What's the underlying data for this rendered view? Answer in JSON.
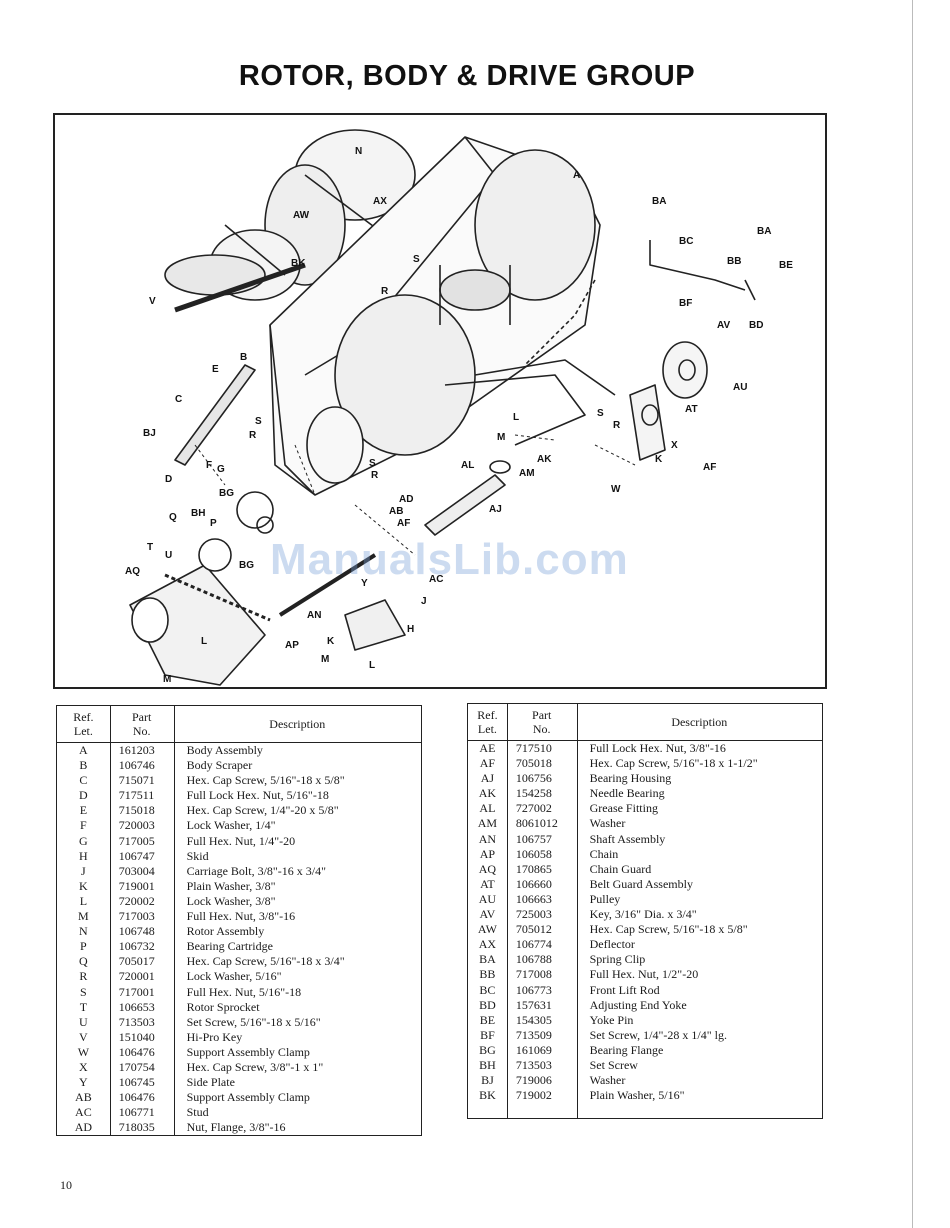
{
  "page": {
    "title": "ROTOR, BODY & DRIVE GROUP",
    "page_number": "10",
    "watermark": "ManualsLib.com"
  },
  "diagram": {
    "callouts": [
      "N",
      "AX",
      "A",
      "BA",
      "BA",
      "BC",
      "BB",
      "BE",
      "AW",
      "BK",
      "S",
      "R",
      "V",
      "BF",
      "AV",
      "BD",
      "B",
      "AU",
      "E",
      "AT",
      "C",
      "S",
      "R",
      "L",
      "BJ",
      "S",
      "M",
      "R",
      "X",
      "AK",
      "K",
      "AF",
      "AM",
      "D",
      "F",
      "G",
      "AL",
      "S",
      "R",
      "W",
      "BG",
      "AD",
      "AB",
      "AJ",
      "AF",
      "Q",
      "BH",
      "P",
      "T",
      "U",
      "AQ",
      "BG",
      "Y",
      "AC",
      "J",
      "AN",
      "H",
      "AP",
      "K",
      "M",
      "L",
      "L",
      "M"
    ]
  },
  "table_headers": {
    "ref": "Ref.\nLet.",
    "part_no": "Part\nNo.",
    "description": "Description"
  },
  "parts_left": [
    {
      "ref": "A",
      "no": "161203",
      "desc": "Body Assembly"
    },
    {
      "ref": "B",
      "no": "106746",
      "desc": "Body Scraper"
    },
    {
      "ref": "C",
      "no": "715071",
      "desc": "Hex. Cap Screw, 5/16\"-18 x 5/8\""
    },
    {
      "ref": "D",
      "no": "717511",
      "desc": "Full Lock Hex. Nut, 5/16\"-18"
    },
    {
      "ref": "E",
      "no": "715018",
      "desc": "Hex. Cap Screw, 1/4\"-20 x 5/8\""
    },
    {
      "ref": "F",
      "no": "720003",
      "desc": "Lock Washer, 1/4\""
    },
    {
      "ref": "G",
      "no": "717005",
      "desc": "Full Hex. Nut, 1/4\"-20"
    },
    {
      "ref": "H",
      "no": "106747",
      "desc": "Skid"
    },
    {
      "ref": "J",
      "no": "703004",
      "desc": "Carriage Bolt, 3/8\"-16 x 3/4\""
    },
    {
      "ref": "K",
      "no": "719001",
      "desc": "Plain Washer, 3/8\""
    },
    {
      "ref": "L",
      "no": "720002",
      "desc": "Lock Washer, 3/8\""
    },
    {
      "ref": "M",
      "no": "717003",
      "desc": "Full Hex. Nut, 3/8\"-16"
    },
    {
      "ref": "N",
      "no": "106748",
      "desc": "Rotor Assembly"
    },
    {
      "ref": "P",
      "no": "106732",
      "desc": "Bearing Cartridge"
    },
    {
      "ref": "Q",
      "no": "705017",
      "desc": "Hex. Cap Screw, 5/16\"-18 x 3/4\""
    },
    {
      "ref": "R",
      "no": "720001",
      "desc": "Lock Washer, 5/16\""
    },
    {
      "ref": "S",
      "no": "717001",
      "desc": "Full Hex. Nut, 5/16\"-18"
    },
    {
      "ref": "T",
      "no": "106653",
      "desc": "Rotor Sprocket"
    },
    {
      "ref": "U",
      "no": "713503",
      "desc": "Set Screw, 5/16\"-18 x 5/16\""
    },
    {
      "ref": "V",
      "no": "151040",
      "desc": "Hi-Pro Key"
    },
    {
      "ref": "W",
      "no": "106476",
      "desc": "Support Assembly Clamp"
    },
    {
      "ref": "X",
      "no": "170754",
      "desc": "Hex. Cap Screw, 3/8\"-1 x 1\""
    },
    {
      "ref": "Y",
      "no": "106745",
      "desc": "Side Plate"
    },
    {
      "ref": "AB",
      "no": "106476",
      "desc": "Support Assembly Clamp"
    },
    {
      "ref": "AC",
      "no": "106771",
      "desc": "Stud"
    },
    {
      "ref": "AD",
      "no": "718035",
      "desc": "Nut, Flange, 3/8\"-16"
    }
  ],
  "parts_right": [
    {
      "ref": "AE",
      "no": "717510",
      "desc": "Full Lock Hex. Nut, 3/8\"-16"
    },
    {
      "ref": "AF",
      "no": "705018",
      "desc": "Hex. Cap Screw, 5/16\"-18 x 1-1/2\""
    },
    {
      "ref": "AJ",
      "no": "106756",
      "desc": "Bearing Housing"
    },
    {
      "ref": "AK",
      "no": "154258",
      "desc": "Needle Bearing"
    },
    {
      "ref": "AL",
      "no": "727002",
      "desc": "Grease Fitting"
    },
    {
      "ref": "AM",
      "no": "8061012",
      "desc": "Washer"
    },
    {
      "ref": "AN",
      "no": "106757",
      "desc": "Shaft Assembly"
    },
    {
      "ref": "AP",
      "no": "106058",
      "desc": "Chain"
    },
    {
      "ref": "AQ",
      "no": "170865",
      "desc": "Chain Guard"
    },
    {
      "ref": "AT",
      "no": "106660",
      "desc": "Belt Guard Assembly"
    },
    {
      "ref": "AU",
      "no": "106663",
      "desc": "Pulley"
    },
    {
      "ref": "AV",
      "no": "725003",
      "desc": "Key, 3/16\" Dia. x 3/4\""
    },
    {
      "ref": "AW",
      "no": "705012",
      "desc": "Hex. Cap Screw, 5/16\"-18 x 5/8\""
    },
    {
      "ref": "AX",
      "no": "106774",
      "desc": "Deflector"
    },
    {
      "ref": "BA",
      "no": "106788",
      "desc": "Spring Clip"
    },
    {
      "ref": "BB",
      "no": "717008",
      "desc": "Full Hex. Nut, 1/2\"-20"
    },
    {
      "ref": "BC",
      "no": "106773",
      "desc": "Front Lift Rod"
    },
    {
      "ref": "BD",
      "no": "157631",
      "desc": "Adjusting End Yoke"
    },
    {
      "ref": "BE",
      "no": "154305",
      "desc": "Yoke Pin"
    },
    {
      "ref": "BF",
      "no": "713509",
      "desc": "Set Screw, 1/4\"-28 x 1/4\" lg."
    },
    {
      "ref": "BG",
      "no": "161069",
      "desc": "Bearing Flange"
    },
    {
      "ref": "BH",
      "no": "713503",
      "desc": "Set Screw"
    },
    {
      "ref": "BJ",
      "no": "719006",
      "desc": "Washer"
    },
    {
      "ref": "BK",
      "no": "719002",
      "desc": "Plain Washer, 5/16\""
    }
  ]
}
